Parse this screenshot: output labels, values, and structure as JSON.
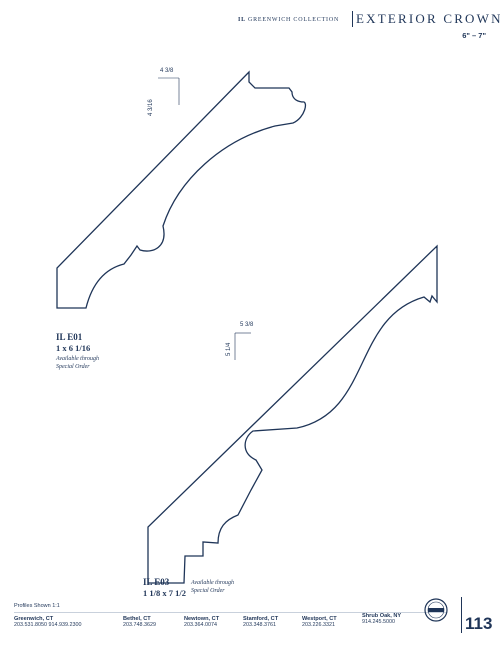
{
  "header": {
    "logo_mark": "IL",
    "collection": "GREENWICH COLLECTION",
    "title": "EXTERIOR CROWNS",
    "range": "6\" – 7\""
  },
  "profiles": [
    {
      "name": "IL E01",
      "size": "1 x 6 1/16",
      "note_line1": "Available through",
      "note_line2": "Special Order",
      "dim_horizontal": "4 3/8",
      "dim_vertical": "4 3/16"
    },
    {
      "name": "IL E03",
      "size": "1 1/8 x 7 1/2",
      "note_line1": "Available through",
      "note_line2": "Special Order",
      "dim_horizontal": "5 3/8",
      "dim_vertical": "5 1/4"
    }
  ],
  "footer": {
    "scale_note": "Profiles Shown 1:1",
    "locations": [
      {
        "city": "Greenwich, CT",
        "phone": "203.531.8050 914.939.2300"
      },
      {
        "city": "Bethel, CT",
        "phone": "203.748.3629"
      },
      {
        "city": "Newtown, CT",
        "phone": "203.364.0074"
      },
      {
        "city": "Stamford, CT",
        "phone": "203.348.3761"
      },
      {
        "city": "Westport, CT",
        "phone": "203.226.3321"
      },
      {
        "city": "Shrub Oak, NY",
        "phone": "914.245.5000"
      }
    ],
    "page_number": "113"
  },
  "colors": {
    "ink": "#1f3558"
  }
}
